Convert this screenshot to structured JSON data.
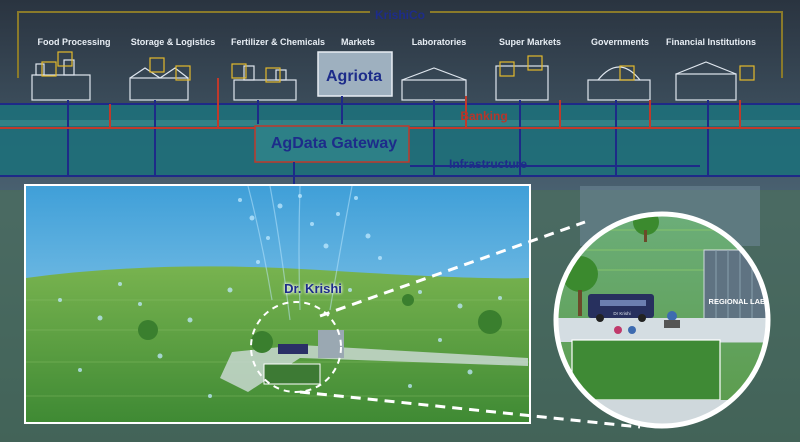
{
  "title": "KrishiCo",
  "sectors": [
    "Food Processing",
    "Storage & Logistics",
    "Fertilizer & Chemicals",
    "Markets",
    "Laboratories",
    "Super Markets",
    "Governments",
    "Financial Institutions"
  ],
  "platform": "Agriota",
  "layers": {
    "banking": "Banking",
    "gateway": "AgData Gateway",
    "infrastructure": "Infrastructure"
  },
  "field_label": "Dr. Krishi",
  "inset": {
    "lab_sign": "REGIONAL LAB",
    "bus_sign": "Dr Krishi"
  },
  "colors": {
    "title_blue": "#1d2c8a",
    "banking_red": "#b8352a",
    "line_blue": "#1e2a88",
    "line_red": "#c0392b",
    "teal_band": "#1e6f7a",
    "sky": "#6ab7e2",
    "grass": "#4f9c3c"
  }
}
